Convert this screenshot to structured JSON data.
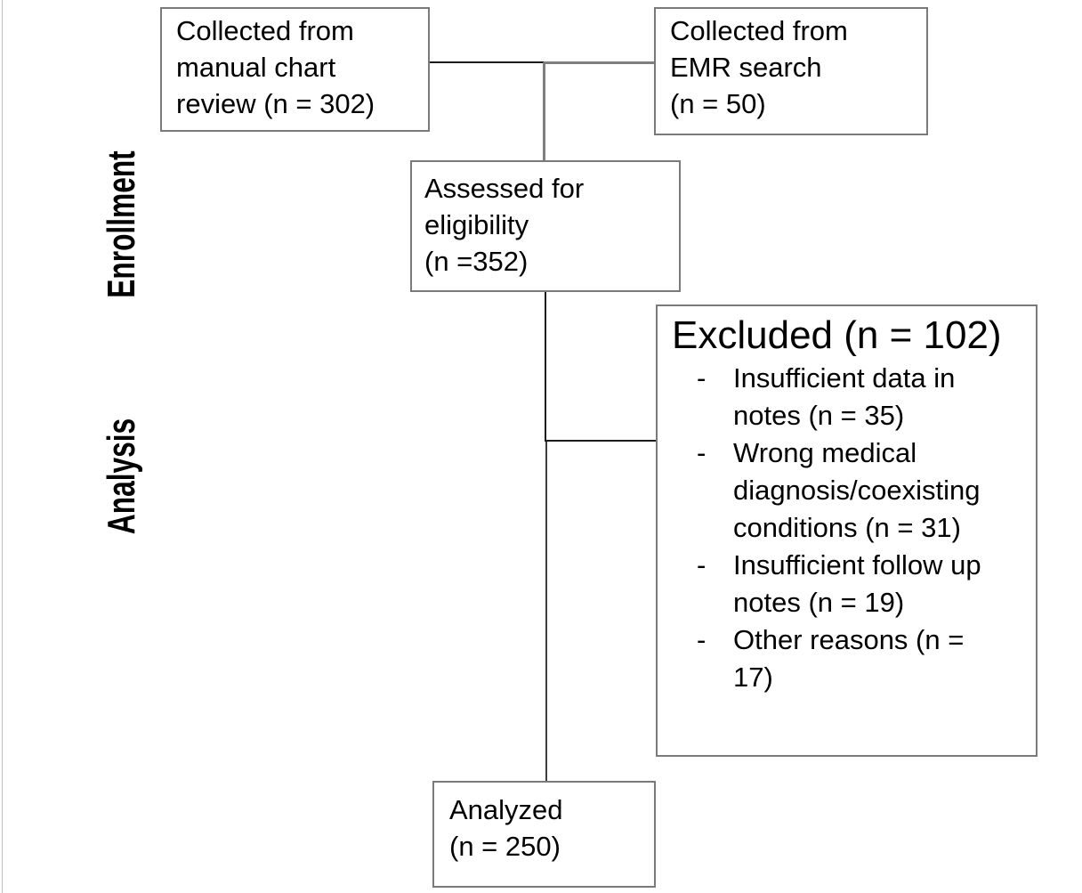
{
  "figure": {
    "stages": [
      {
        "label": "Enrollment"
      },
      {
        "label": "Analysis"
      }
    ],
    "boxes": {
      "manual_chart": {
        "text": "Collected from\nmanual chart\nreview (n = 302)"
      },
      "emr_search": {
        "text": "Collected from\nEMR search\n(n = 50)"
      },
      "assessed": {
        "text": "Assessed for\neligibility\n(n =352)"
      },
      "excluded": {
        "title": "Excluded (n = 102)",
        "bullet_marker": "-",
        "items": [
          "Insufficient data in\nnotes (n = 35)",
          "Wrong medical\ndiagnosis/coexisting\nconditions (n = 31)",
          "Insufficient follow up\nnotes (n = 19)",
          "Other reasons (n =\n17)"
        ]
      },
      "analyzed": {
        "text": "Analyzed\n(n = 250)"
      }
    },
    "colors": {
      "background": "#ffffff",
      "text": "#000000",
      "box_border": "#7a7a7a",
      "connector_dark": "#1a1a1a",
      "connector_mid": "#3d3d3d",
      "connector_gray": "#7f7f7f",
      "slide_edge": "#c0c0c0"
    }
  }
}
